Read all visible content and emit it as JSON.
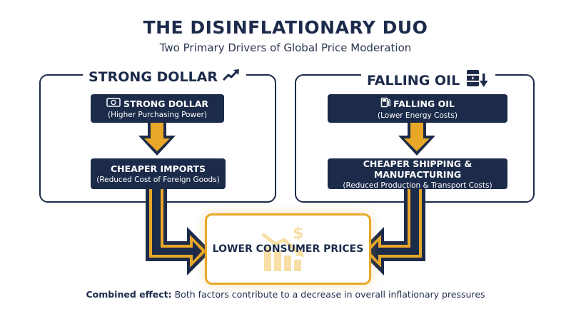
{
  "header": {
    "title": "THE DISINFLATIONARY DUO",
    "subtitle": "Two Primary Drivers of Global Price Moderation"
  },
  "left_panel": {
    "heading": "STRONG DOLLAR",
    "heading_icon": "trend-up-arrow-icon",
    "box1": {
      "title": "STRONG DOLLAR",
      "subtitle": "(Higher Purchasing Power)",
      "icon": "banknote-icon"
    },
    "box2": {
      "title": "CHEAPER IMPORTS",
      "subtitle": "(Reduced Cost of Foreign Goods)"
    }
  },
  "right_panel": {
    "heading": "FALLING OIL",
    "heading_icon": "oil-barrel-down-icon",
    "box1": {
      "title": "FALLING OIL",
      "subtitle": "(Lower Energy Costs)",
      "icon": "fuel-pump-icon"
    },
    "box2": {
      "title": "CHEAPER SHIPPING & MANUFACTURING",
      "subtitle": "(Reduced Production & Transport Costs)"
    }
  },
  "result": {
    "label": "LOWER CONSUMER PRICES",
    "icon": "falling-price-chart-icon"
  },
  "footer": {
    "bold": "Combined effect:",
    "text": " Both factors contribute to a decrease in overall inflationary pressures"
  },
  "colors": {
    "navy": "#1c2b4a",
    "gold": "#e8a728",
    "gold_light": "#f7dfa6"
  }
}
